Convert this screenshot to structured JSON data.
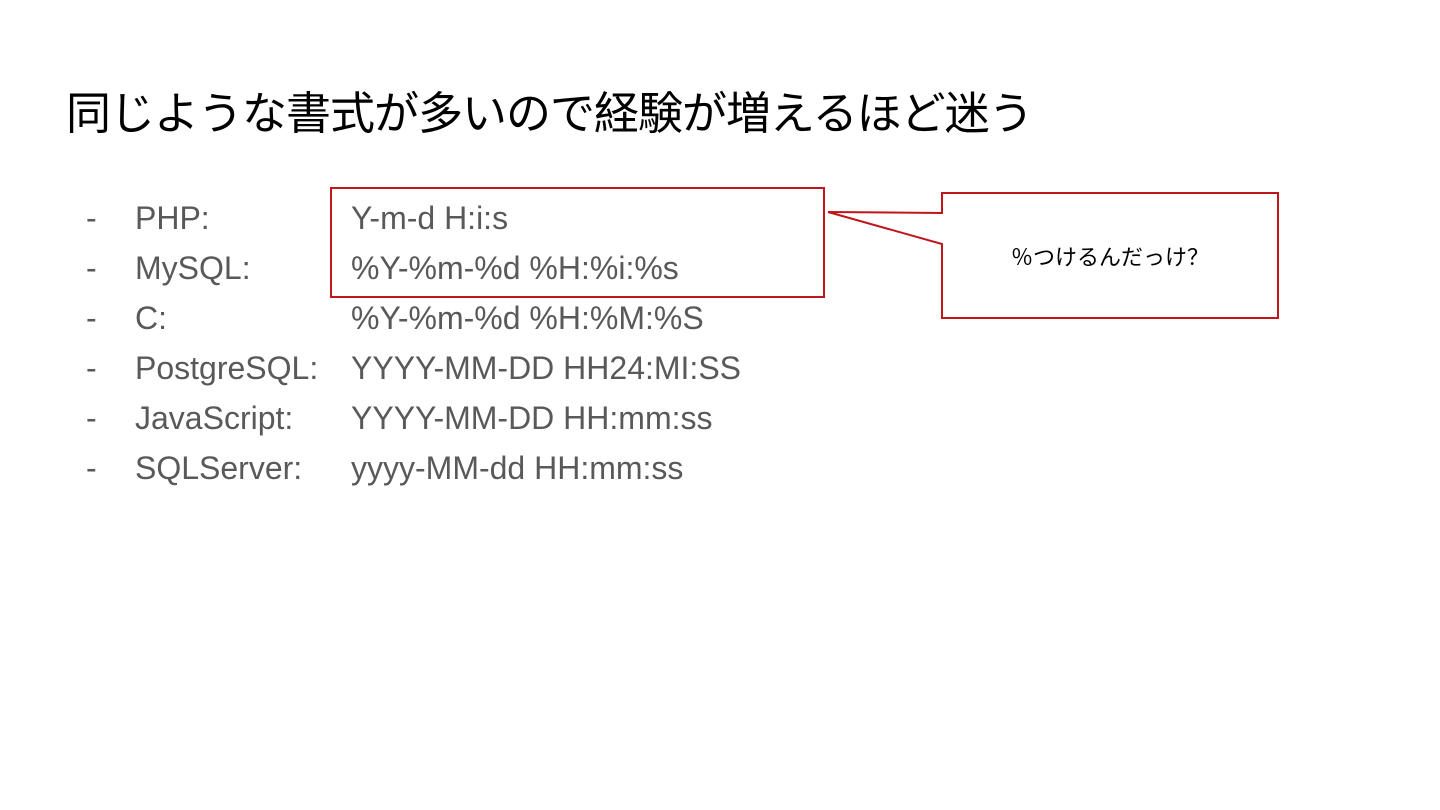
{
  "slide": {
    "title": "同じような書式が多いので経験が増えるほど迷う",
    "items": [
      {
        "bullet": "-",
        "lang": "PHP:",
        "format": "Y-m-d H:i:s"
      },
      {
        "bullet": "-",
        "lang": "MySQL:",
        "format": "%Y-%m-%d %H:%i:%s"
      },
      {
        "bullet": "-",
        "lang": "C:",
        "format": "%Y-%m-%d %H:%M:%S"
      },
      {
        "bullet": "-",
        "lang": "PostgreSQL:",
        "format": "YYYY-MM-DD HH24:MI:SS"
      },
      {
        "bullet": "-",
        "lang": "JavaScript:",
        "format": "YYYY-MM-DD HH:mm:ss"
      },
      {
        "bullet": "-",
        "lang": "SQLServer:",
        "format": "yyyy-MM-dd HH:mm:ss"
      }
    ],
    "callout": {
      "text": "％つけるんだっけ？",
      "border_color": "#c0161b"
    },
    "colors": {
      "title": "#000000",
      "body": "#595959",
      "accent": "#c0161b"
    }
  }
}
